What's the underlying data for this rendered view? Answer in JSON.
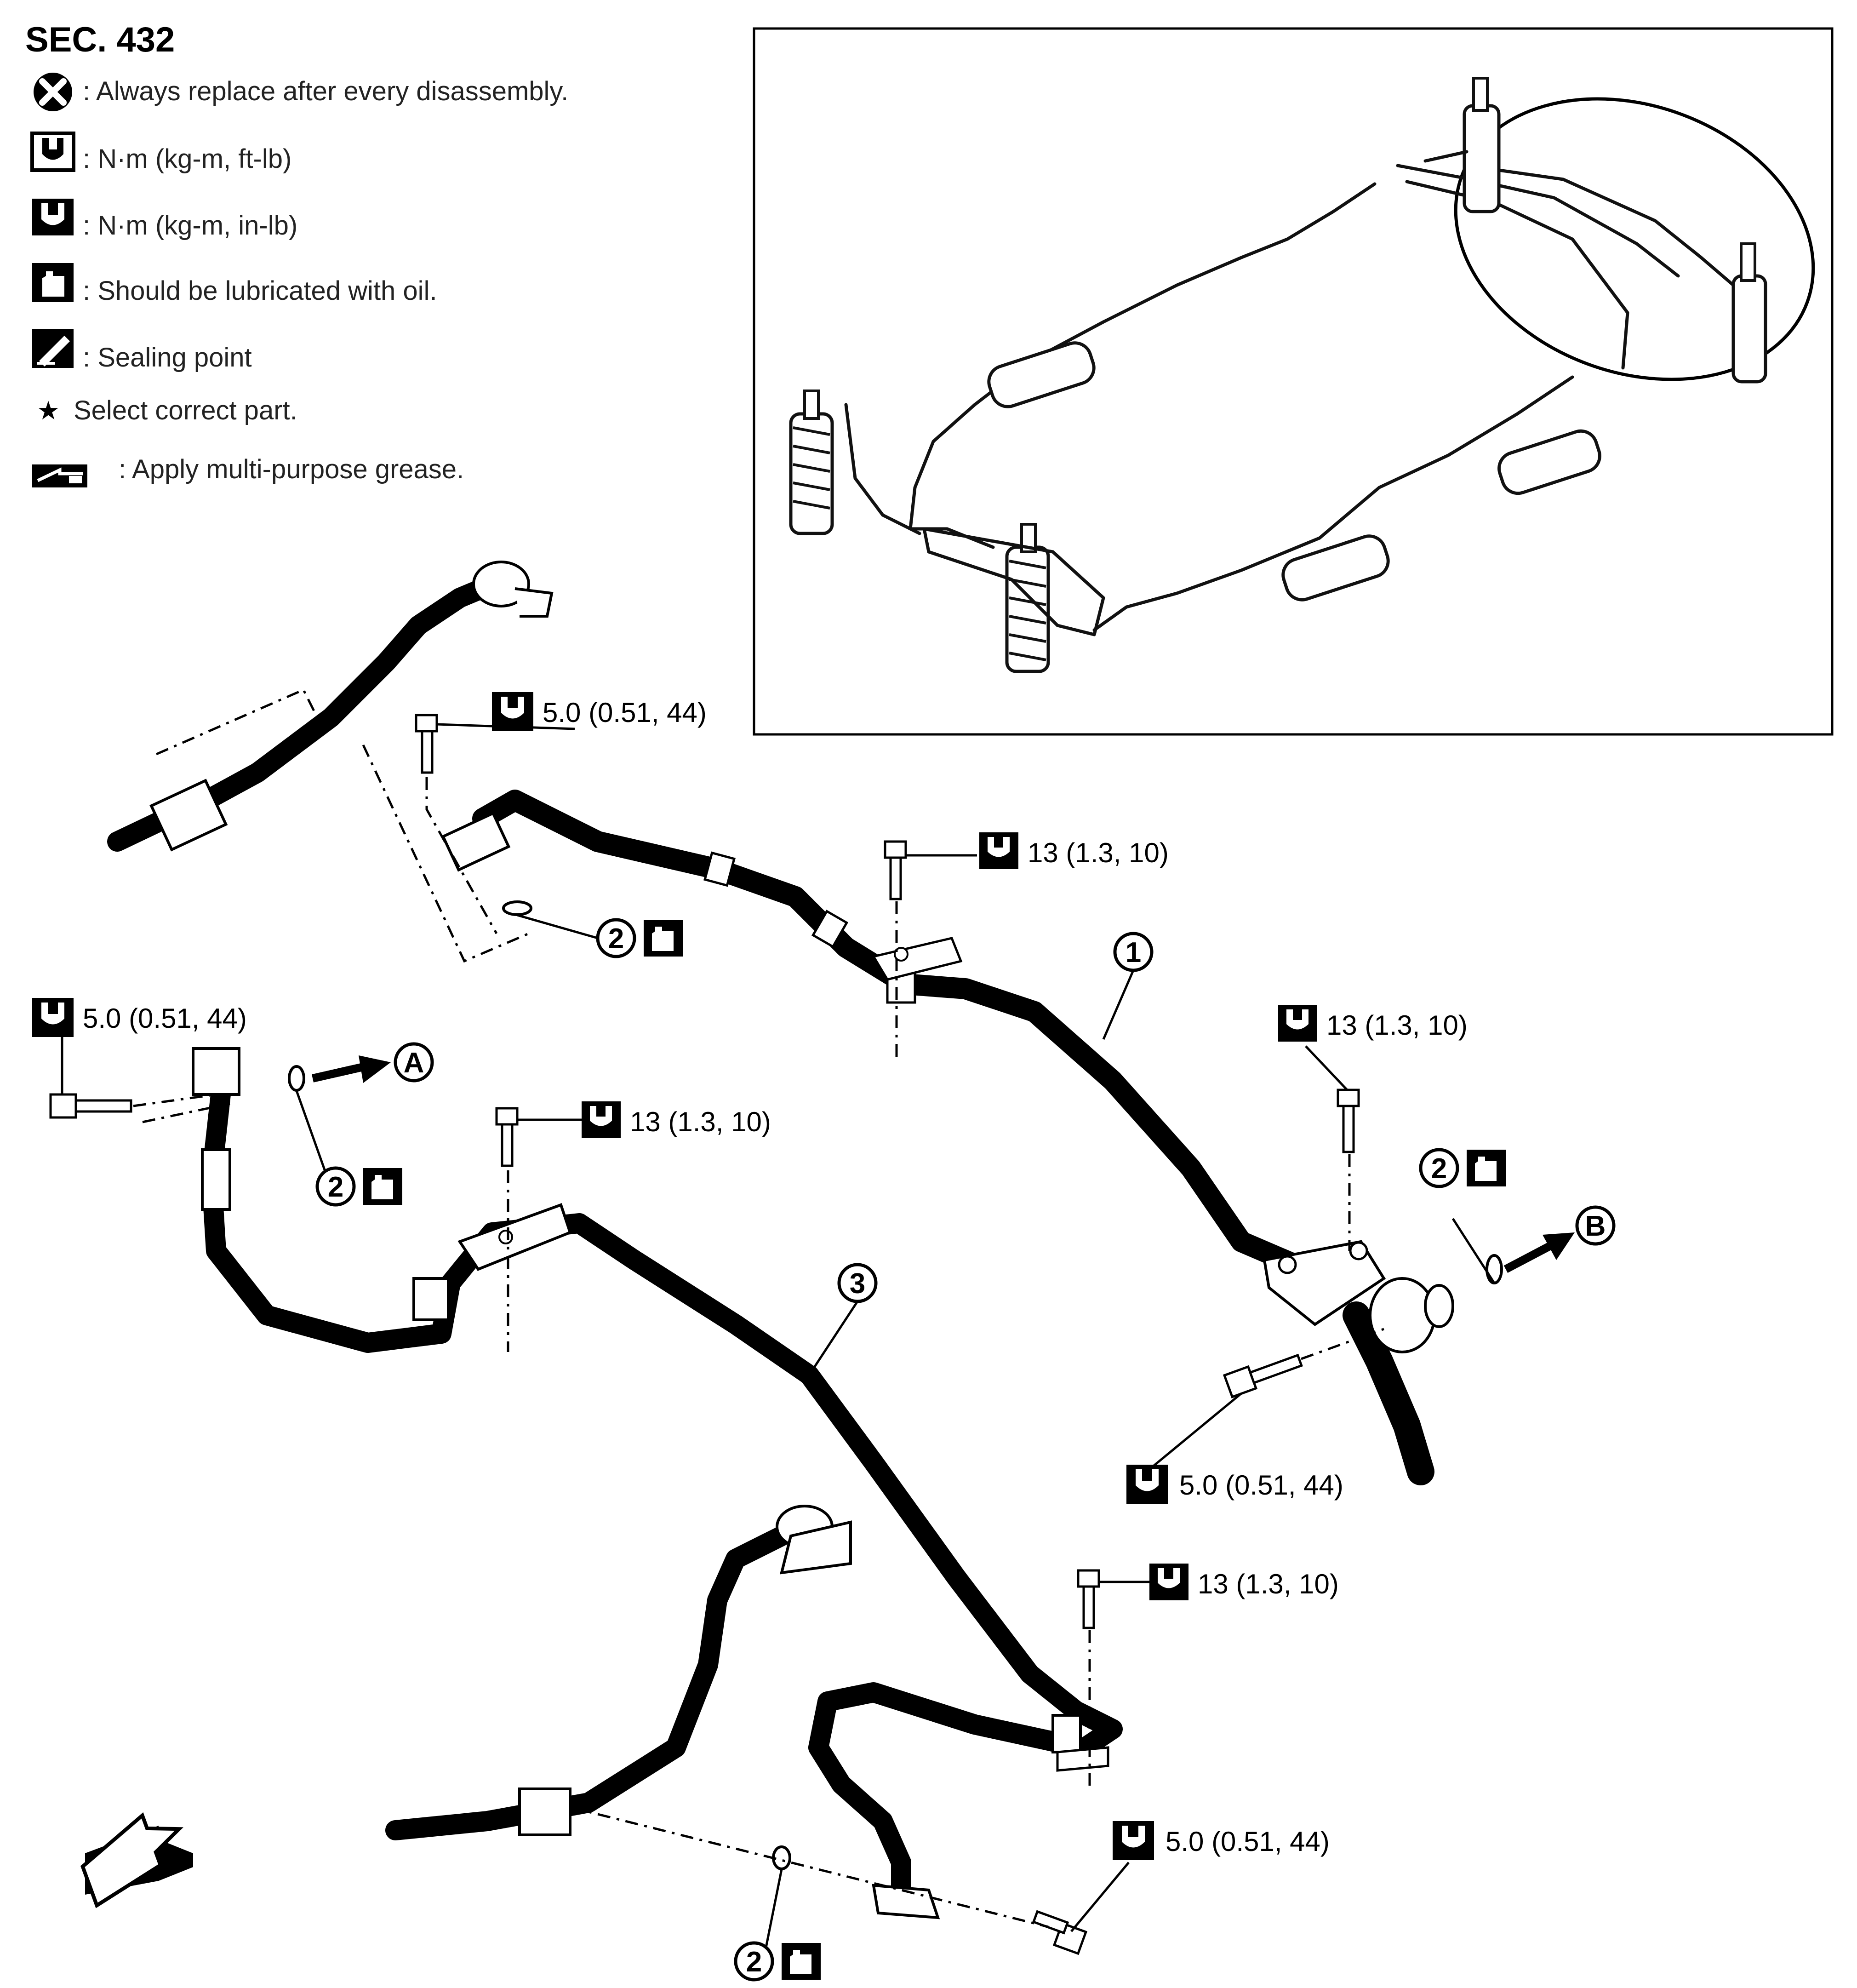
{
  "section_title": "SEC. 432",
  "legend": [
    {
      "icon": "replace-x-icon",
      "text": ": Always replace after every disassembly."
    },
    {
      "icon": "torque-wrench-ftlb-icon",
      "text": ": N·m (kg-m, ft-lb)"
    },
    {
      "icon": "torque-wrench-inlb-icon",
      "text": ": N·m (kg-m, in-lb)"
    },
    {
      "icon": "oil-can-icon",
      "text": ": Should be lubricated with oil."
    },
    {
      "icon": "sealing-point-icon",
      "text": ": Sealing point"
    },
    {
      "icon": "star-icon",
      "text": "Select correct part."
    },
    {
      "icon": "grease-icon",
      "text": ": Apply multi-purpose grease."
    }
  ],
  "star_glyph": "★",
  "torque_callouts": {
    "t1": "5.0 (0.51, 44)",
    "t2": "13 (1.3, 10)",
    "t3": "5.0 (0.51, 44)",
    "t4": "13 (1.3, 10)",
    "t5": "13 (1.3, 10)",
    "t6": "5.0 (0.51, 44)",
    "t7": "13 (1.3, 10)",
    "t8": "5.0 (0.51, 44)"
  },
  "part_numbers": {
    "p1": "1",
    "p2": "2",
    "p3": "3"
  },
  "connection_markers": {
    "a": "A",
    "b": "B"
  },
  "colors": {
    "ink": "#000000",
    "paper": "#ffffff"
  }
}
